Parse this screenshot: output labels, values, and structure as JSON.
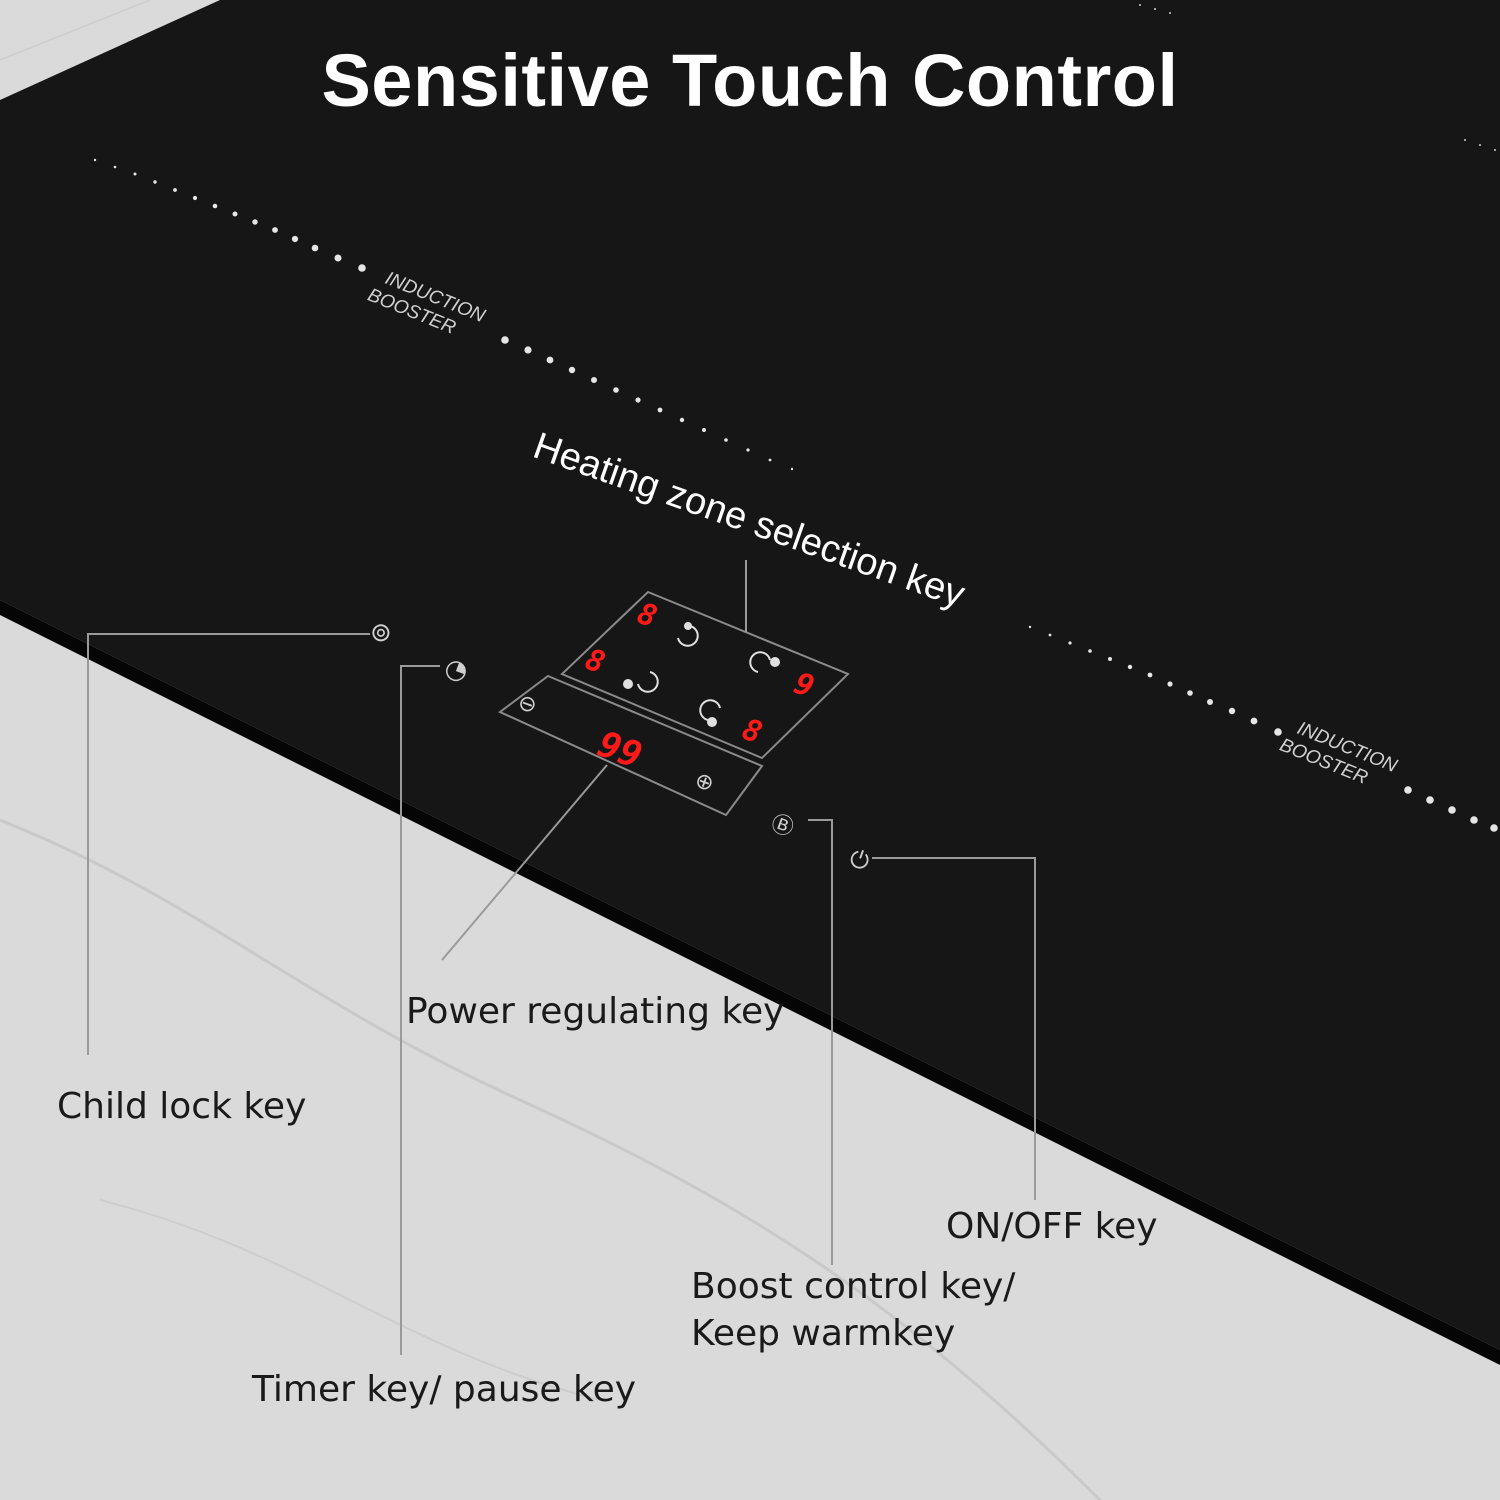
{
  "title": "Sensitive Touch Control",
  "callouts": {
    "heating_zone": "Heating zone selection key",
    "power": "Power regulating key",
    "child_lock": "Child lock key",
    "on_off": "ON/OFF key",
    "boost_line1": "Boost control key/",
    "boost_line2": "Keep warmkey",
    "timer": "Timer key/ pause key"
  },
  "zone_labels": {
    "left_line1": "INDUCTION",
    "left_line2": "BOOSTER",
    "right_line1": "INDUCTION",
    "right_line2": "BOOSTER"
  },
  "display": {
    "zone_top_left": "8",
    "zone_bottom_left": "8",
    "zone_top_right": "9",
    "zone_bottom_right": "8",
    "power_level": "99"
  },
  "icons": [
    "child-lock-icon",
    "timer-icon",
    "zone-selector-icon",
    "minus-icon",
    "plus-icon",
    "boost-icon",
    "power-icon"
  ],
  "colors": {
    "cooktop": "#171717",
    "countertop": "#d9d9d9",
    "display_red": "#ff1a1a"
  }
}
